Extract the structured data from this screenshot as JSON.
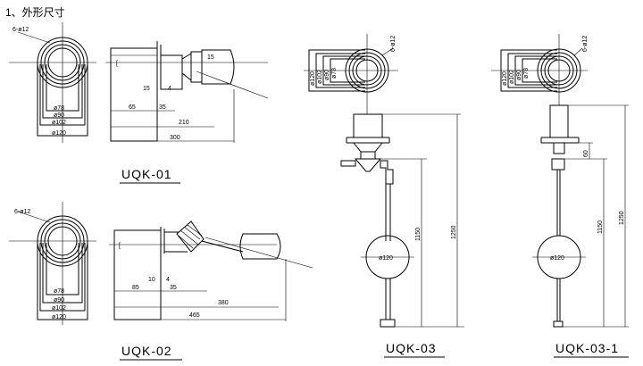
{
  "heading": "1、外形尺寸",
  "d1": {
    "label": "UQK-01",
    "hole": "6-ø12",
    "diam": [
      "ø78",
      "ø90",
      "ø102",
      "ø120"
    ],
    "dims": [
      "15",
      "15",
      "4",
      "65",
      "35",
      "210",
      "300"
    ]
  },
  "d2": {
    "label": "UQK-02",
    "hole": "6-ø12",
    "diam": [
      "ø78",
      "ø90",
      "ø102",
      "ø120"
    ],
    "dims": [
      "10",
      "4",
      "85",
      "35",
      "380",
      "465"
    ]
  },
  "d3": {
    "label": "UQK-03",
    "hole": "6-ø12",
    "diam": [
      "ø120",
      "ø102",
      "ø90",
      "ø78"
    ],
    "dims": [
      "ø120",
      "1150",
      "1250"
    ]
  },
  "d4": {
    "label": "UQK-03-1",
    "hole": "6-ø12",
    "diam": [
      "ø120",
      "ø102",
      "ø90",
      "ø78"
    ],
    "dims": [
      "ø120",
      "60",
      "1150",
      "1250"
    ]
  }
}
